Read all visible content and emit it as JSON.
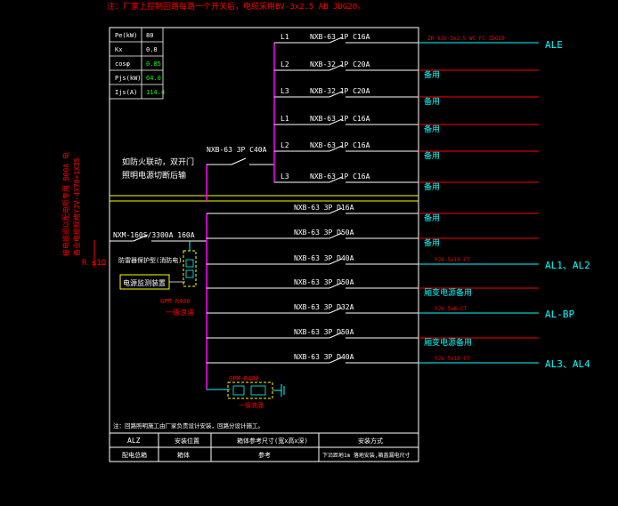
{
  "header_note": "注：厂家上控制回路每路一个开关后，电缆采用BV-3x2.5 AB JDG20。",
  "params": [
    {
      "key": "Pe(kW)",
      "val": "80"
    },
    {
      "key": "Kx",
      "val": "0.8"
    },
    {
      "key": "cosφ",
      "val": "0.85"
    },
    {
      "key": "Pjs(kW)",
      "val": "64.0"
    },
    {
      "key": "Ijs(A)",
      "val": "114.4"
    }
  ],
  "labels": {
    "feeder_note_1": "接电缆间以配电柜专用 B00A 电",
    "feeder_note_2": "备业电缆规格YJV-4X70+1X35",
    "ground": "R ≤1Ω",
    "fire_interlock_1": "如防火联动，双开门",
    "fire_interlock_2": "照明电源切断后输",
    "main_breaker": "NXM-160S/3300A 160A",
    "branch_breaker": "NXB-63 3P C40A",
    "spd_note": "防雷器保护型(消防电)",
    "meter_box": "电源监测装置",
    "spd_name": "GPM-R400",
    "spd_sub": "一级浪涌",
    "bottom_dev": "GPM-R400",
    "bottom_dev_sub": "一级浪涌",
    "footer_note": "注：回路照明施工由厂家负责设计安装，回路分设计施工。"
  },
  "upper_circuits": [
    {
      "phase": "L1",
      "breaker": "NXB-63 1P C16A",
      "cable": "ZR-YJV-3x2.5 WC FC JDG20",
      "load": "ALE"
    },
    {
      "phase": "L2",
      "breaker": "NXB-32 1P C20A",
      "cable": "",
      "load": "备用"
    },
    {
      "phase": "L3",
      "breaker": "NXB-32 1P C20A",
      "cable": "",
      "load": "备用"
    },
    {
      "phase": "L1",
      "breaker": "NXB-63 1P C16A",
      "cable": "",
      "load": "备用"
    },
    {
      "phase": "L2",
      "breaker": "NXB-63 1P C16A",
      "cable": "",
      "load": "备用"
    },
    {
      "phase": "L3",
      "breaker": "NXB-63 1P C16A",
      "cable": "",
      "load": "备用"
    }
  ],
  "lower_circuits": [
    {
      "breaker": "NXB-63 3P D16A",
      "cable": "",
      "load": "备用"
    },
    {
      "breaker": "NXB-63 3P D50A",
      "cable": "",
      "load": "备用"
    },
    {
      "breaker": "NXB-63 3P D40A",
      "cable": "YJV-5x10-CT",
      "load": "AL1、AL2"
    },
    {
      "breaker": "NXB-63 3P D50A",
      "cable": "",
      "load": "厢变电源备用"
    },
    {
      "breaker": "NXB-63 3P D32A",
      "cable": "YJV-5x6-CT",
      "load": "AL-BP"
    },
    {
      "breaker": "NXB-63 3P D50A",
      "cable": "",
      "load": "厢变电源备用"
    },
    {
      "breaker": "NXB-63 3P D40A",
      "cable": "YJV-5x10-CT",
      "load": "AL3、AL4"
    }
  ],
  "footer_table": {
    "row1": [
      "ALZ",
      "安装位置",
      "箱体参考尺寸(宽x高x深)",
      "安装方式"
    ],
    "row2": [
      "配电总箱",
      "箱体",
      "参考",
      "下沿距地1m 落地安装,箱盖漏电尺寸"
    ]
  },
  "colors": {
    "frame": "#ffffff",
    "bus_magenta": "#ff00ff",
    "line_red": "#ff0000",
    "line_cyan": "#00ffff",
    "line_yellow": "#ffff00",
    "text_green": "#00ff00",
    "text_red": "#ff0000",
    "text_cyan": "#00ffff"
  }
}
